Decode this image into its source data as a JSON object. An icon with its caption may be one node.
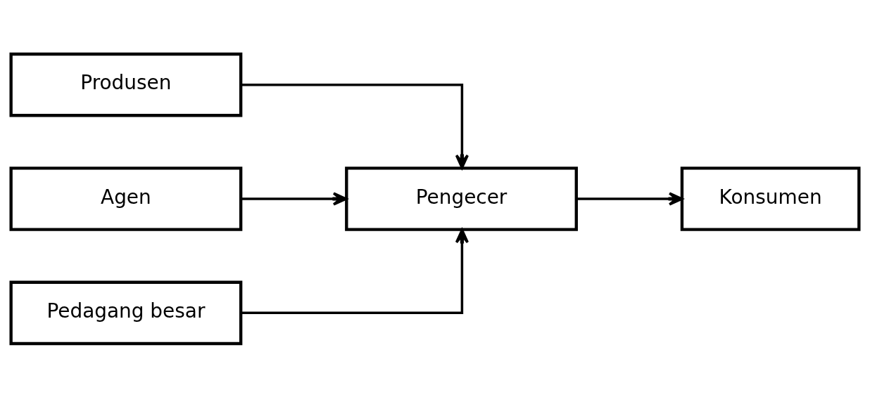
{
  "diagram": {
    "nodes": [
      {
        "text": [
          "Produsen"
        ]
      },
      {
        "text": [
          "Agen"
        ]
      },
      {
        "text": [
          "Pedagang besar"
        ]
      },
      {
        "text": [
          "Pengecer"
        ]
      },
      {
        "text": [
          "Konsumen"
        ]
      }
    ],
    "edges": [
      {
        "from": 0,
        "to": 3,
        "arrow": "to"
      },
      {
        "from": 1,
        "to": 3,
        "arrow": "to"
      },
      {
        "from": 2,
        "to": 3,
        "arrow": "to"
      },
      {
        "from": 3,
        "to": 4,
        "arrow": "to"
      }
    ]
  }
}
